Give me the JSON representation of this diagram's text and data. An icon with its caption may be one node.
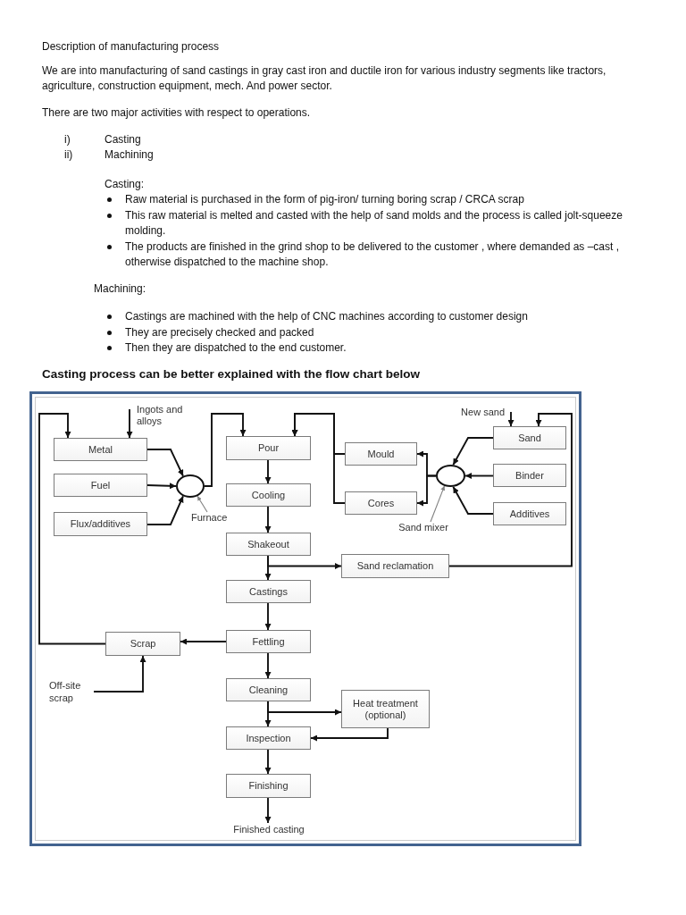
{
  "diagram": {
    "title": "Description of manufacturing process",
    "caption": "Casting process can be better explained with the flow chart below",
    "nodes": [
      {
        "text": [
          "Ingots and alloys"
        ]
      },
      {
        "text": [
          "Metal"
        ]
      },
      {
        "text": [
          "Fuel"
        ]
      },
      {
        "text": [
          "Flux/additives"
        ]
      },
      {
        "text": [],
        "shape": "circle"
      },
      {
        "text": [
          "Furnace"
        ]
      },
      {
        "text": [
          "Pour"
        ]
      },
      {
        "text": [
          "Cooling"
        ]
      },
      {
        "text": [
          "Shakeout"
        ]
      },
      {
        "text": [
          "Mould"
        ]
      },
      {
        "text": [
          "Cores"
        ]
      },
      {
        "text": [],
        "shape": "circle"
      },
      {
        "text": [
          "Sand mixer"
        ]
      },
      {
        "text": [
          "New sand"
        ]
      },
      {
        "text": [
          "Sand"
        ]
      },
      {
        "text": [
          "Binder"
        ]
      },
      {
        "text": [
          "Additives"
        ]
      },
      {
        "text": [
          "Sand reclamation"
        ]
      },
      {
        "text": [
          "Castings"
        ]
      },
      {
        "text": [
          "Scrap"
        ]
      },
      {
        "text": [
          "Fettling"
        ]
      },
      {
        "text": [
          "Off-site scrap"
        ]
      },
      {
        "text": [
          "Cleaning"
        ]
      },
      {
        "text": [
          "Heat treatment (optional)"
        ]
      },
      {
        "text": [
          "Inspection"
        ]
      },
      {
        "text": [
          "Finishing"
        ]
      },
      {
        "text": [
          "Finished casting"
        ]
      }
    ],
    "edges": [
      {
        "from": 0,
        "to": 1,
        "arrow": "to"
      },
      {
        "from": 19,
        "to": 1,
        "arrow": "to"
      },
      {
        "from": 1,
        "to": 4,
        "arrow": "to"
      },
      {
        "from": 2,
        "to": 4,
        "arrow": "to"
      },
      {
        "from": 3,
        "to": 4,
        "arrow": "to"
      },
      {
        "from": 5,
        "to": 4,
        "arrow": "to",
        "color": "#808080"
      },
      {
        "from": 4,
        "to": 6,
        "arrow": "to"
      },
      {
        "from": 6,
        "to": 7,
        "arrow": "to"
      },
      {
        "from": 7,
        "to": 8,
        "arrow": "to"
      },
      {
        "from": 8,
        "to": 18,
        "arrow": "to"
      },
      {
        "from": 8,
        "to": 17,
        "arrow": "to"
      },
      {
        "from": 9,
        "to": 6,
        "arrow": "to"
      },
      {
        "from": 10,
        "to": 6,
        "arrow": "to"
      },
      {
        "from": 11,
        "to": 9,
        "arrow": "to"
      },
      {
        "from": 11,
        "to": 10,
        "arrow": "to"
      },
      {
        "from": 14,
        "to": 11,
        "arrow": "to"
      },
      {
        "from": 15,
        "to": 11,
        "arrow": "to"
      },
      {
        "from": 16,
        "to": 11,
        "arrow": "to"
      },
      {
        "from": 12,
        "to": 11,
        "arrow": "to",
        "color": "#808080"
      },
      {
        "from": 13,
        "to": 14,
        "arrow": "to"
      },
      {
        "from": 17,
        "to": 14,
        "arrow": "to"
      },
      {
        "from": 18,
        "to": 20,
        "arrow": "to"
      },
      {
        "from": 20,
        "to": 19,
        "arrow": "to"
      },
      {
        "from": 21,
        "to": 19,
        "arrow": "to"
      },
      {
        "from": 20,
        "to": 22,
        "arrow": "to"
      },
      {
        "from": 22,
        "to": 24,
        "arrow": "to"
      },
      {
        "from": 22,
        "to": 23,
        "arrow": "to"
      },
      {
        "from": 23,
        "to": 24,
        "arrow": "to"
      },
      {
        "from": 24,
        "to": 25,
        "arrow": "to"
      },
      {
        "from": 25,
        "to": 26,
        "arrow": "to"
      }
    ],
    "labels": [
      "We are into manufacturing of sand castings in gray cast iron and ductile iron for various industry segments like tractors, agriculture, construction equipment, mech. And power sector.",
      "There are two major activities with respect to operations.",
      "i)",
      "Casting",
      "ii)",
      "Machining",
      "Casting:",
      "Raw material is purchased in the form of pig-iron/ turning boring scrap / CRCA scrap",
      "This raw material is melted and casted with the help of sand molds and the process is called jolt-squeeze molding.",
      "The products are finished in the grind shop to be delivered to the customer , where demanded as –cast , otherwise dispatched to the machine shop.",
      "Machining:",
      "Castings are machined with the help of CNC machines according to customer design",
      "They are precisely checked and packed",
      "Then they are dispatched to the end customer."
    ]
  }
}
